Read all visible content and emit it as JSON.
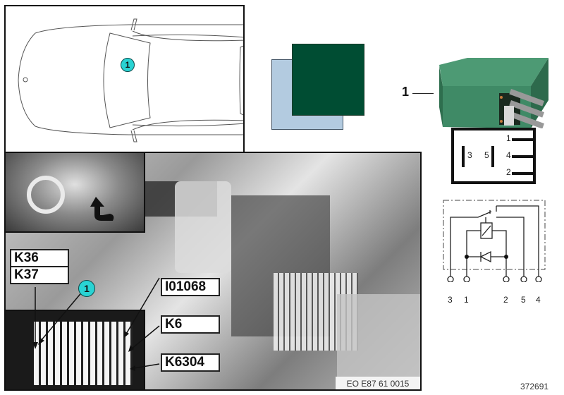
{
  "car_top_view": {
    "callout": "1"
  },
  "color_legend": {
    "front_color": "#004d33",
    "back_color": "#b3cbe0"
  },
  "relay": {
    "callout_label": "1",
    "body_color": "#3f8a66",
    "pin_layout": {
      "left_pins": [
        "3",
        "5"
      ],
      "right_pins": [
        "1",
        "4",
        "2"
      ]
    },
    "schematic": {
      "terminals": [
        "3",
        "1",
        "2",
        "5",
        "4"
      ]
    }
  },
  "dashboard_inset": {
    "icon": "rotate-arrow-icon"
  },
  "main_photo": {
    "labels": {
      "k36": "K36",
      "k37": "K37",
      "i01068": "I01068",
      "k6": "K6",
      "k6304": "K6304"
    },
    "callout": "1",
    "reference_code": "EO E87 61 0015"
  },
  "footer": {
    "image_number": "372691"
  }
}
